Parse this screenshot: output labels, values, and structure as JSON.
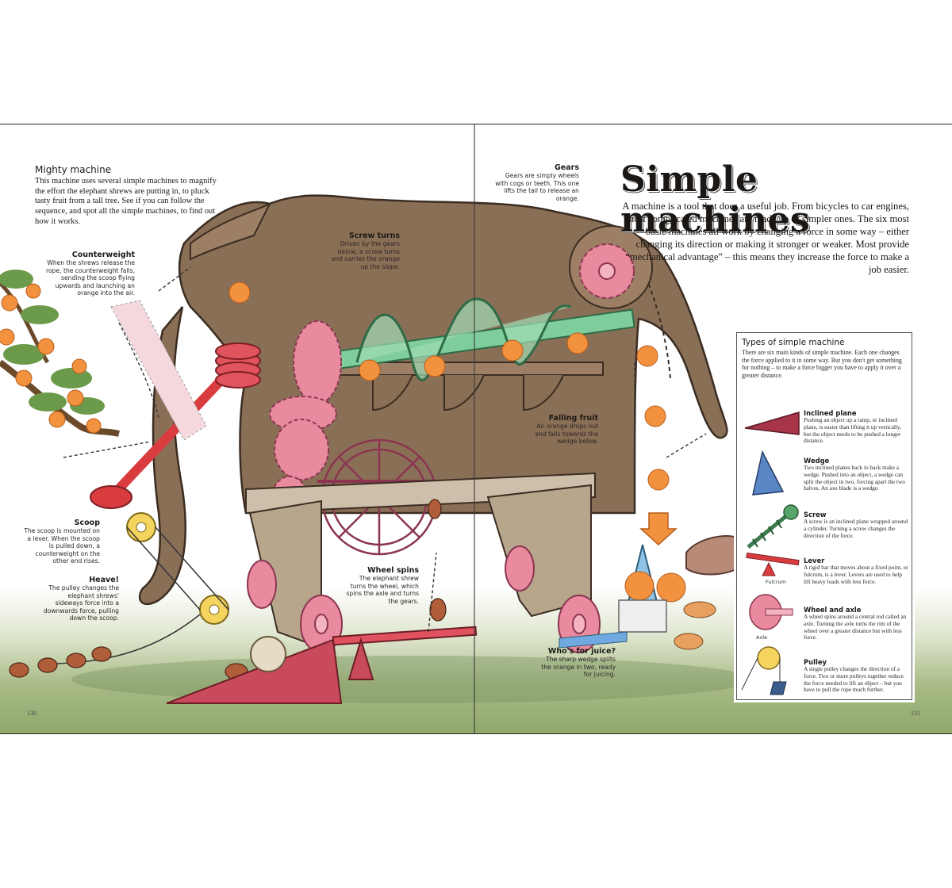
{
  "mighty": {
    "title": "Mighty machine",
    "body": "This machine uses several simple machines to magnify the effort the elephant shrews are putting in, to pluck tasty fruit from a tall tree. See if you can follow the sequence, and spot all the simple machines, to find out how it works."
  },
  "captions": {
    "counterweight": {
      "title": "Counterweight",
      "text": "When the shrews release the rope, the counterweight falls, sending the scoop flying upwards and launching an orange into the air."
    },
    "scoop": {
      "title": "Scoop",
      "text": "The scoop is mounted on a lever. When the scoop is pulled down, a counterweight on the other end rises."
    },
    "heave": {
      "title": "Heave!",
      "text": "The pulley changes the elephant shrews' sideways force into a downwards force, pulling down the scoop."
    },
    "screw": {
      "title": "Screw turns",
      "text": "Driven by the gears below, a screw turns and carries the orange up the slope."
    },
    "gears": {
      "title": "Gears",
      "text": "Gears are simply wheels with cogs or teeth. This one lifts the tail to release an orange."
    },
    "falling": {
      "title": "Falling fruit",
      "text": "An orange drops out and falls towards the wedge below."
    },
    "wheel": {
      "title": "Wheel spins",
      "text": "The elephant shrew turns the wheel, which spins the axle and turns the gears."
    },
    "juice": {
      "title": "Who's for juice?",
      "text": "The sharp wedge splits the orange in two, ready for juicing."
    }
  },
  "title": "Simple machines",
  "intro": "A machine is a tool that does a useful job. From bicycles to car engines, most complicated machines are made up of simpler ones. The six most basic machines all work by changing a force in some way – either changing its direction or making it stronger or weaker. Most provide “mechanical advantage” – this means they increase the force to make a job easier.",
  "types": {
    "title": "Types of simple machine",
    "intro": "There are six main kinds of simple machine. Each one changes the force applied to it in some way. But you don't get something for nothing – to make a force bigger you have to apply it over a greater distance.",
    "items": [
      {
        "name": "Inclined plane",
        "desc": "Pushing an object up a ramp, or inclined plane, is easier than lifting it up vertically, but the object needs to be pushed a longer distance."
      },
      {
        "name": "Wedge",
        "desc": "Two inclined planes back to back make a wedge. Pushed into an object, a wedge can split the object in two, forcing apart the two halves. An axe blade is a wedge."
      },
      {
        "name": "Screw",
        "desc": "A screw is an inclined plane wrapped around a cylinder. Turning a screw changes the direction of the force."
      },
      {
        "name": "Lever",
        "desc": "A rigid bar that moves about a fixed point, or fulcrum, is a lever. Levers are used to help lift heavy loads with less force."
      },
      {
        "name": "Wheel and axle",
        "desc": "A wheel spins around a central rod called an axle. Turning the axle turns the rim of the wheel over a greater distance but with less force."
      },
      {
        "name": "Pulley",
        "desc": "A single pulley changes the direction of a force. Two or more pulleys together reduce the force needed to lift an object – but you have to pull the rope much further."
      }
    ],
    "fulcrum_label": "Fulcrum",
    "axle_label": "Axle"
  },
  "pages": {
    "left": "130",
    "right": "131"
  },
  "colors": {
    "wood": "#8a6f57",
    "pink": "#e98a9e",
    "green": "#7fcc9c",
    "orange": "#f2913e",
    "red": "#d83c3f"
  }
}
